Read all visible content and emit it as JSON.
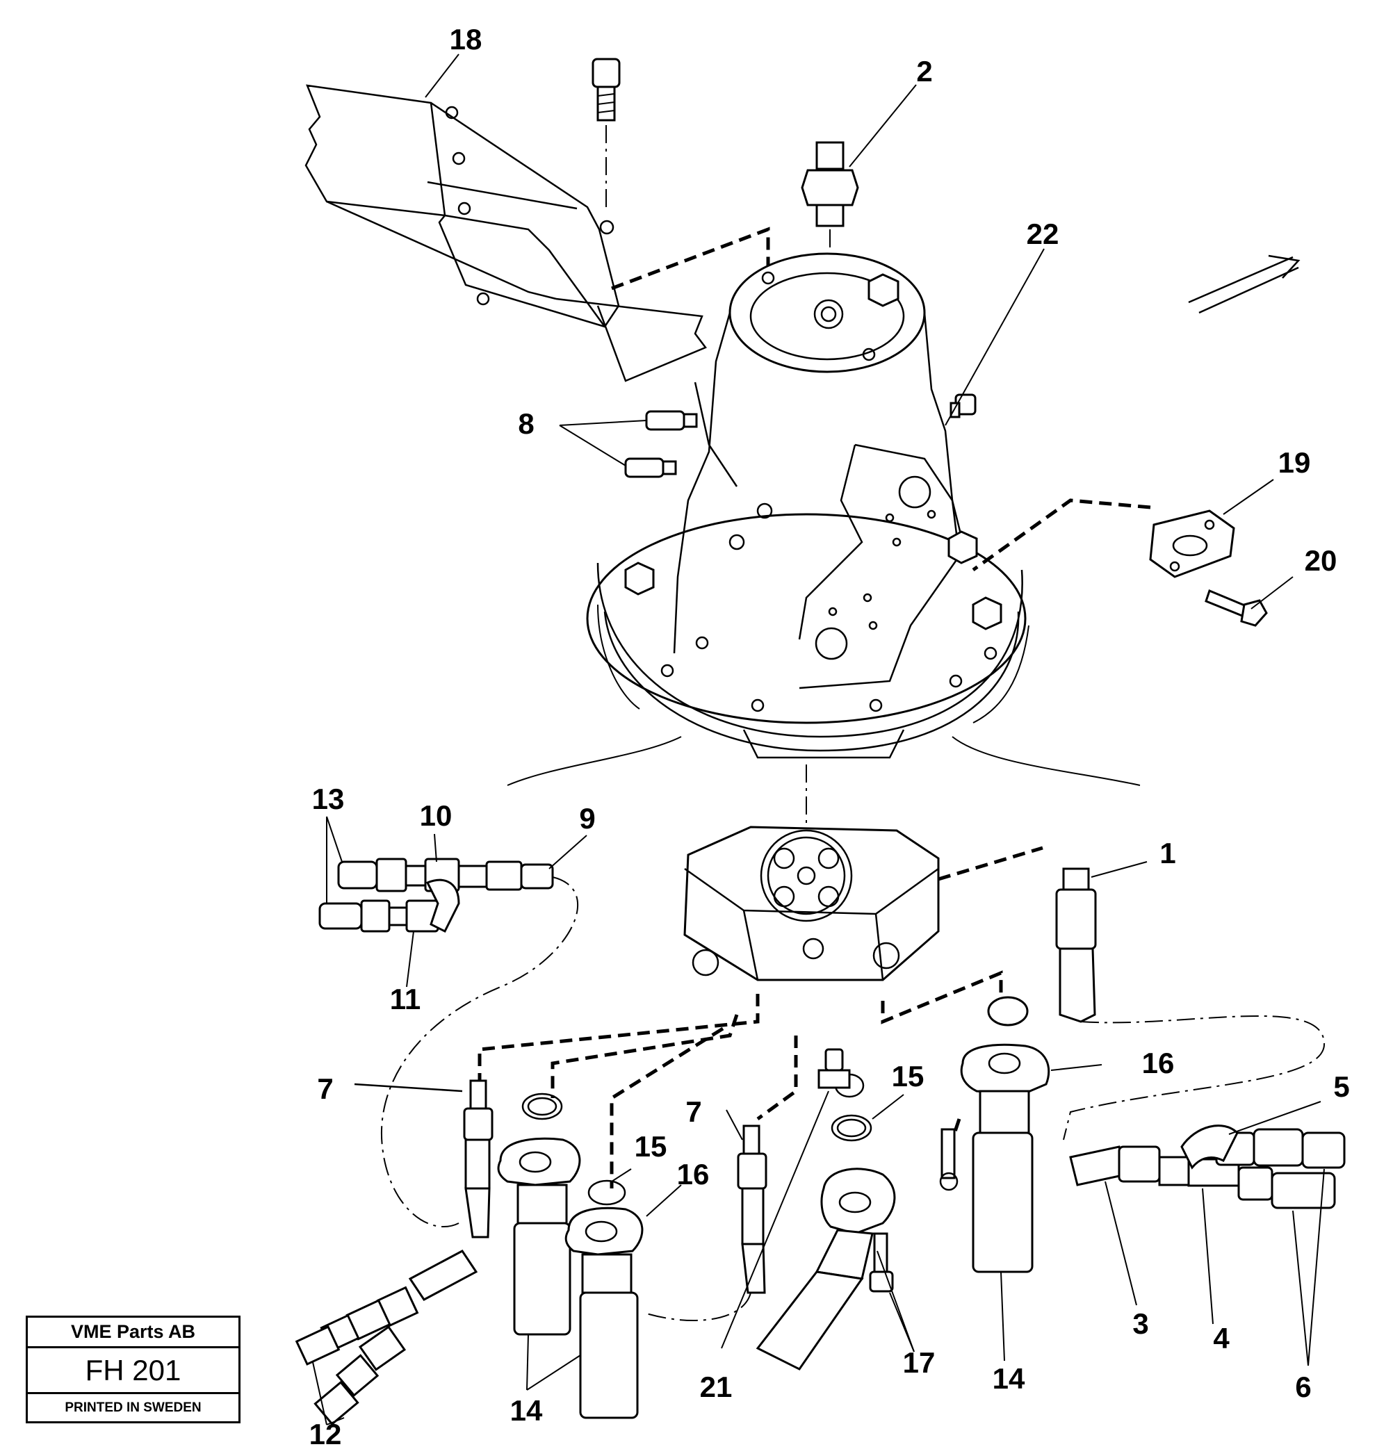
{
  "title_block": {
    "company": "VME Parts AB",
    "code": "FH 201",
    "printed": "PRINTED IN SWEDEN"
  },
  "callouts": [
    {
      "id": "c18",
      "text": "18"
    },
    {
      "id": "c2",
      "text": "2"
    },
    {
      "id": "c22",
      "text": "22"
    },
    {
      "id": "c8",
      "text": "8"
    },
    {
      "id": "c19",
      "text": "19"
    },
    {
      "id": "c20",
      "text": "20"
    },
    {
      "id": "c13",
      "text": "13"
    },
    {
      "id": "c10",
      "text": "10"
    },
    {
      "id": "c9",
      "text": "9"
    },
    {
      "id": "c11",
      "text": "11"
    },
    {
      "id": "c1",
      "text": "1"
    },
    {
      "id": "c16a",
      "text": "16"
    },
    {
      "id": "c5",
      "text": "5"
    },
    {
      "id": "c7a",
      "text": "7"
    },
    {
      "id": "c15a",
      "text": "15"
    },
    {
      "id": "c7b",
      "text": "7"
    },
    {
      "id": "c15b",
      "text": "15"
    },
    {
      "id": "c16b",
      "text": "16"
    },
    {
      "id": "c3",
      "text": "3"
    },
    {
      "id": "c4",
      "text": "4"
    },
    {
      "id": "c6",
      "text": "6"
    },
    {
      "id": "c17",
      "text": "17"
    },
    {
      "id": "c14a",
      "text": "14"
    },
    {
      "id": "c14b",
      "text": "14"
    },
    {
      "id": "c21",
      "text": "21"
    },
    {
      "id": "c12",
      "text": "12"
    }
  ]
}
